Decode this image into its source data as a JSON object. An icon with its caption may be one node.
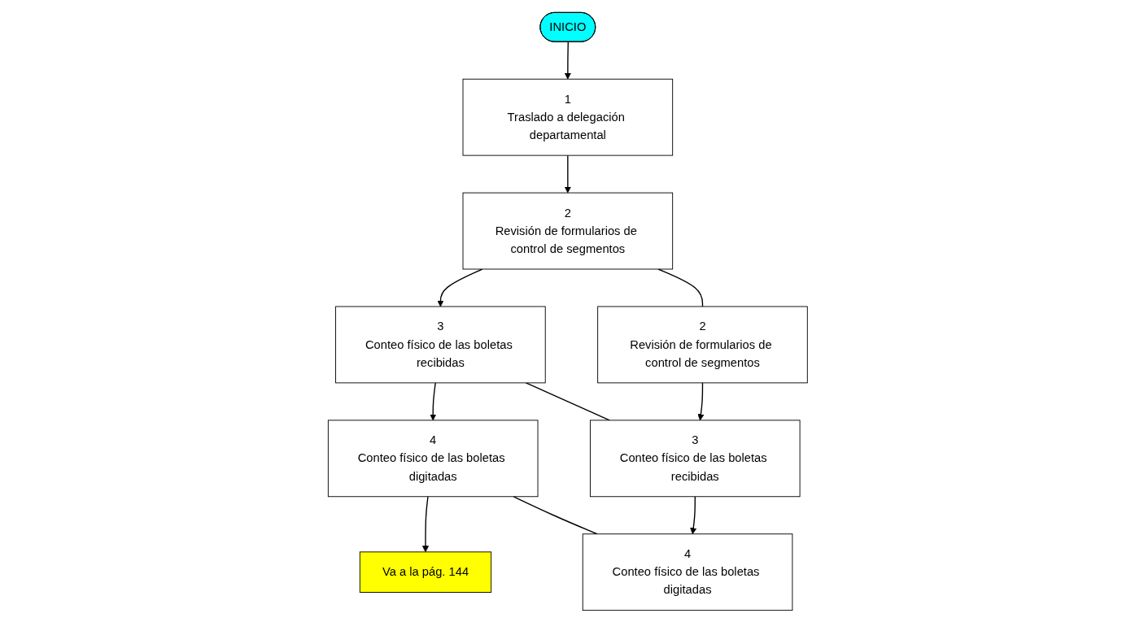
{
  "diagram": {
    "nodes": [
      {
        "text": [
          "INICIO"
        ]
      },
      {
        "text": [
          "1",
          "Traslado a delegación departamental"
        ]
      },
      {
        "text": [
          "2",
          "Revisión de formularios de control de segmentos"
        ]
      },
      {
        "text": [
          "3",
          "Conteo físico de las boletas recibidas"
        ]
      },
      {
        "text": [
          "4",
          "Conteo físico de las boletas digitadas"
        ]
      },
      {
        "text": [
          "Va a la pág. 144"
        ]
      },
      {
        "text": [
          "2",
          "Revisión de formularios de control de segmentos"
        ]
      },
      {
        "text": [
          "3",
          "Conteo físico de las boletas recibidas"
        ]
      },
      {
        "text": [
          "4",
          "Conteo físico de las boletas digitadas"
        ]
      }
    ],
    "edges": [
      {
        "from": 0,
        "to": 1,
        "arrow": "to"
      },
      {
        "from": 1,
        "to": 2,
        "arrow": "to"
      },
      {
        "from": 2,
        "to": 3,
        "arrow": "to"
      },
      {
        "from": 3,
        "to": 4,
        "arrow": "to"
      },
      {
        "from": 4,
        "to": 5,
        "arrow": "to"
      },
      {
        "from": 2,
        "to": 6,
        "arrow": "none"
      },
      {
        "from": 3,
        "to": 7,
        "arrow": "none"
      },
      {
        "from": 4,
        "to": 8,
        "arrow": "none"
      },
      {
        "from": 6,
        "to": 7,
        "arrow": "to"
      },
      {
        "from": 7,
        "to": 8,
        "arrow": "to"
      }
    ]
  }
}
